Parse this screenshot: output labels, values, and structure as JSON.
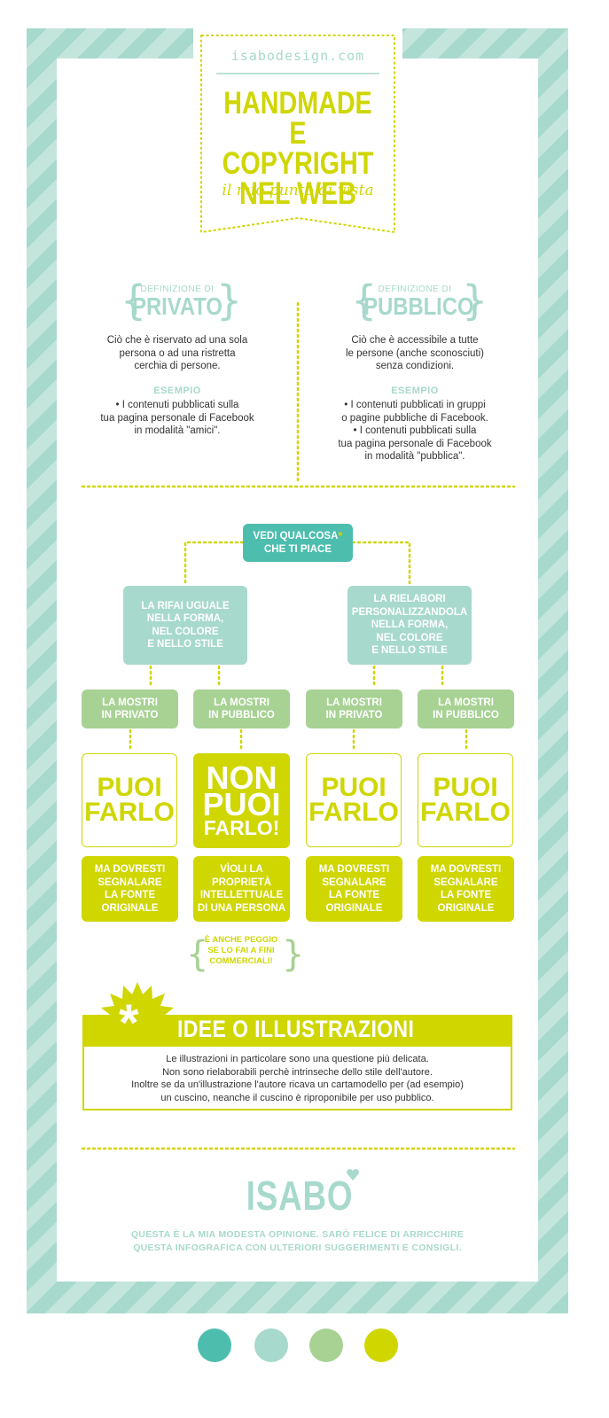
{
  "colors": {
    "teal": "#4dbdae",
    "light_teal": "#a7d9cc",
    "green": "#a8d294",
    "lime": "#cfd600"
  },
  "header": {
    "site": "isabodesign.com",
    "title_lines": [
      "HANDMADE",
      "E COPYRIGHT",
      "NEL WEB"
    ],
    "subtitle": "il mio punto di vista"
  },
  "definitions": {
    "privato": {
      "label": "DEFINIZIONE DI",
      "word": "PRIVATO",
      "text_lines": [
        "Ciò che è riservato ad una sola",
        "persona o ad una ristretta",
        "cerchia di persone."
      ],
      "example_label": "ESEMPIO",
      "example_lines": [
        "• I contenuti pubblicati sulla",
        "tua pagina personale di Facebook",
        "in modalità \"amici\"."
      ]
    },
    "pubblico": {
      "label": "DEFINIZIONE DI",
      "word": "PUBBLICO",
      "text_lines": [
        "Ciò che è accessibile a tutte",
        "le persone (anche sconosciuti)",
        "senza condizioni."
      ],
      "example_label": "ESEMPIO",
      "example_lines": [
        "• I contenuti pubblicati in gruppi",
        "o pagine pubbliche di Facebook.",
        "• I contenuti pubblicati sulla",
        "tua pagina personale di Facebook",
        "in modalità \"pubblica\"."
      ]
    }
  },
  "flow": {
    "start": {
      "line1": "VEDI QUALCOSA",
      "asterisk": "*",
      "line2": "CHE TI PIACE"
    },
    "branch_left": [
      "LA RIFAI UGUALE",
      "NELLA FORMA,",
      "NEL COLORE",
      "E NELLO STILE"
    ],
    "branch_right": [
      "LA RIELABORI",
      "PERSONALIZZANDOLA",
      "NELLA FORMA,",
      "NEL COLORE",
      "E NELLO STILE"
    ],
    "show": [
      [
        "LA MOSTRI",
        "IN PRIVATO"
      ],
      [
        "LA MOSTRI",
        "IN PUBBLICO"
      ],
      [
        "LA MOSTRI",
        "IN PRIVATO"
      ],
      [
        "LA MOSTRI",
        "IN PUBBLICO"
      ]
    ],
    "verdict": [
      [
        "PUOI",
        "FARLO"
      ],
      [
        "NON",
        "PUOI",
        "FARLO!"
      ],
      [
        "PUOI",
        "FARLO"
      ],
      [
        "PUOI",
        "FARLO"
      ]
    ],
    "notes": [
      [
        "MA DOVRESTI",
        "SEGNALARE",
        "LA FONTE",
        "ORIGINALE"
      ],
      [
        "VÌOLI LA",
        "PROPRIETÀ",
        "INTELLETTUALE",
        "DI UNA PERSONA"
      ],
      [
        "MA DOVRESTI",
        "SEGNALARE",
        "LA FONTE",
        "ORIGINALE"
      ],
      [
        "MA DOVRESTI",
        "SEGNALARE",
        "LA FONTE",
        "ORIGINALE"
      ]
    ],
    "warning": [
      "È ANCHE PEGGIO",
      "SE LO FAI A FINI",
      "COMMERCIALI!"
    ]
  },
  "ideas": {
    "symbol": "*",
    "title": "IDEE O ILLUSTRAZIONI",
    "lines": [
      "Le illustrazioni in particolare sono una questione più delicata.",
      "Non sono rielaborabili perchè intrinseche dello stile dell'autore.",
      "Inoltre se da un'illustrazione l'autore ricava un cartamodello per (ad esempio)",
      "un cuscino, neanche il cuscino è riproponibile per uso pubblico."
    ]
  },
  "footer": {
    "logo": "ISABO",
    "lines": [
      "QUESTA È LA MIA MODESTA OPINIONE. SARÒ FELICE DI ARRICCHIRE",
      "QUESTA INFOGRAFICA CON ULTERIORI SUGGERIMENTI E CONSIGLI."
    ]
  }
}
